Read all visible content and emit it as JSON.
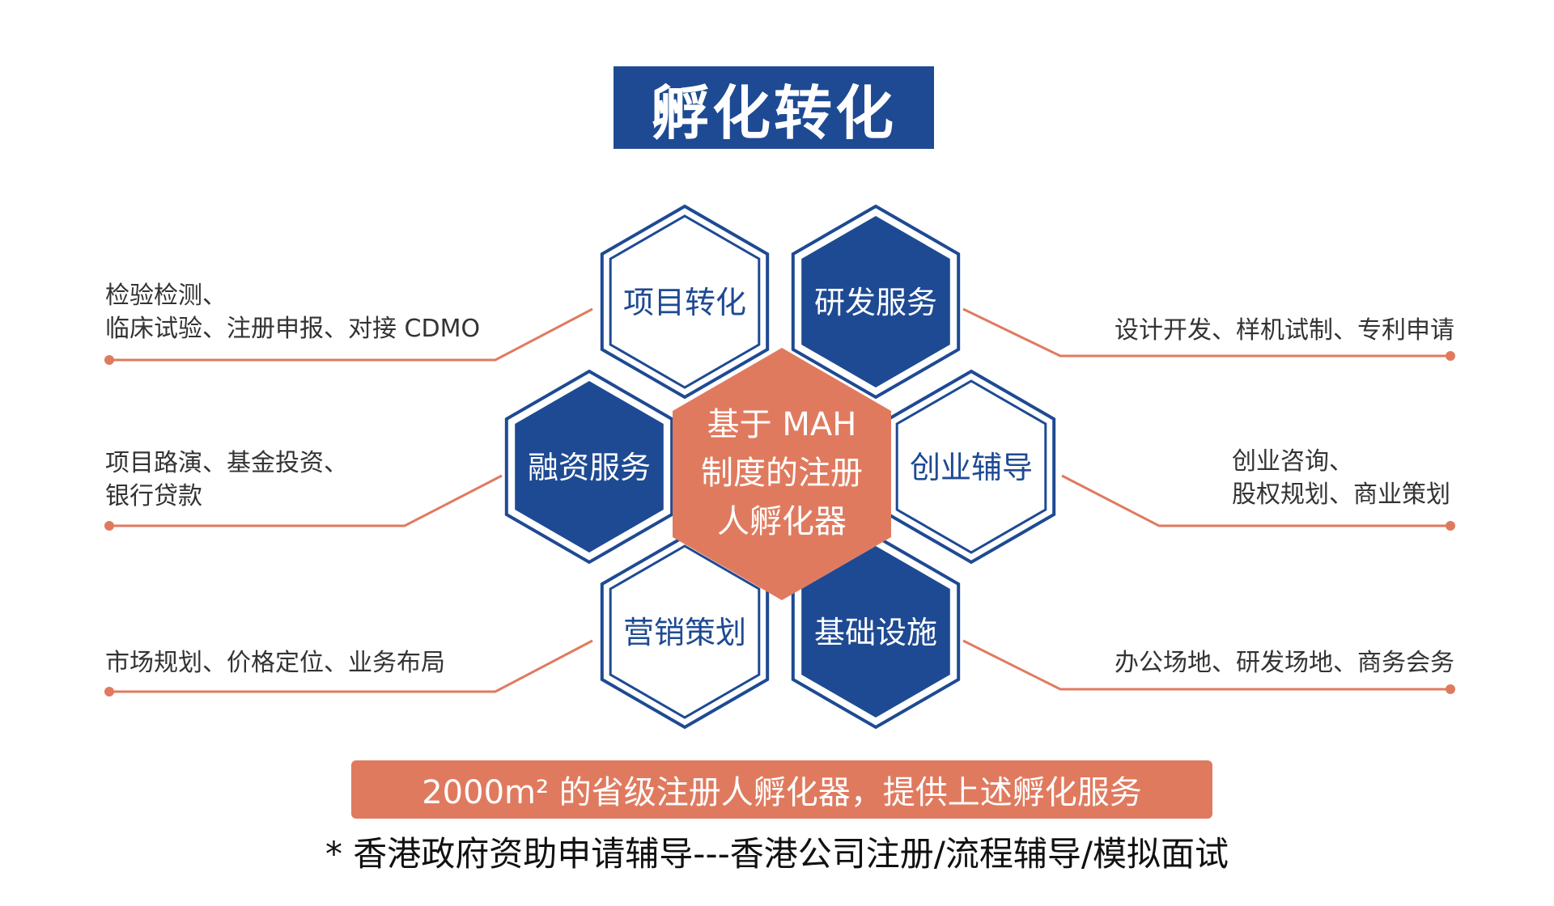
{
  "title": "孵化转化",
  "colors": {
    "navy": "#1e4a93",
    "orange": "#e07a5f",
    "white": "#ffffff"
  },
  "center": {
    "lines": [
      "基于 MAH",
      "制度的注册",
      "人孵化器"
    ]
  },
  "hexes": [
    {
      "id": "project",
      "label": "项目转化",
      "style": "white"
    },
    {
      "id": "rnd",
      "label": "研发服务",
      "style": "navy"
    },
    {
      "id": "finance",
      "label": "融资服务",
      "style": "navy"
    },
    {
      "id": "startup",
      "label": "创业辅导",
      "style": "white"
    },
    {
      "id": "marketing",
      "label": "营销策划",
      "style": "white"
    },
    {
      "id": "infra",
      "label": "基础设施",
      "style": "navy"
    }
  ],
  "annotations": {
    "project": [
      "检验检测、",
      "临床试验、注册申报、对接 CDMO"
    ],
    "rnd": [
      "设计开发、样机试制、专利申请"
    ],
    "finance": [
      "项目路演、基金投资、",
      "银行贷款"
    ],
    "startup": [
      "创业咨询、",
      "股权规划、商业策划"
    ],
    "marketing": [
      "市场规划、价格定位、业务布局"
    ],
    "infra": [
      "办公场地、研发场地、商务会务"
    ]
  },
  "banner": "2000m² 的省级注册人孵化器，提供上述孵化服务",
  "footnote": "* 香港政府资助申请辅导---香港公司注册/流程辅导/模拟面试"
}
